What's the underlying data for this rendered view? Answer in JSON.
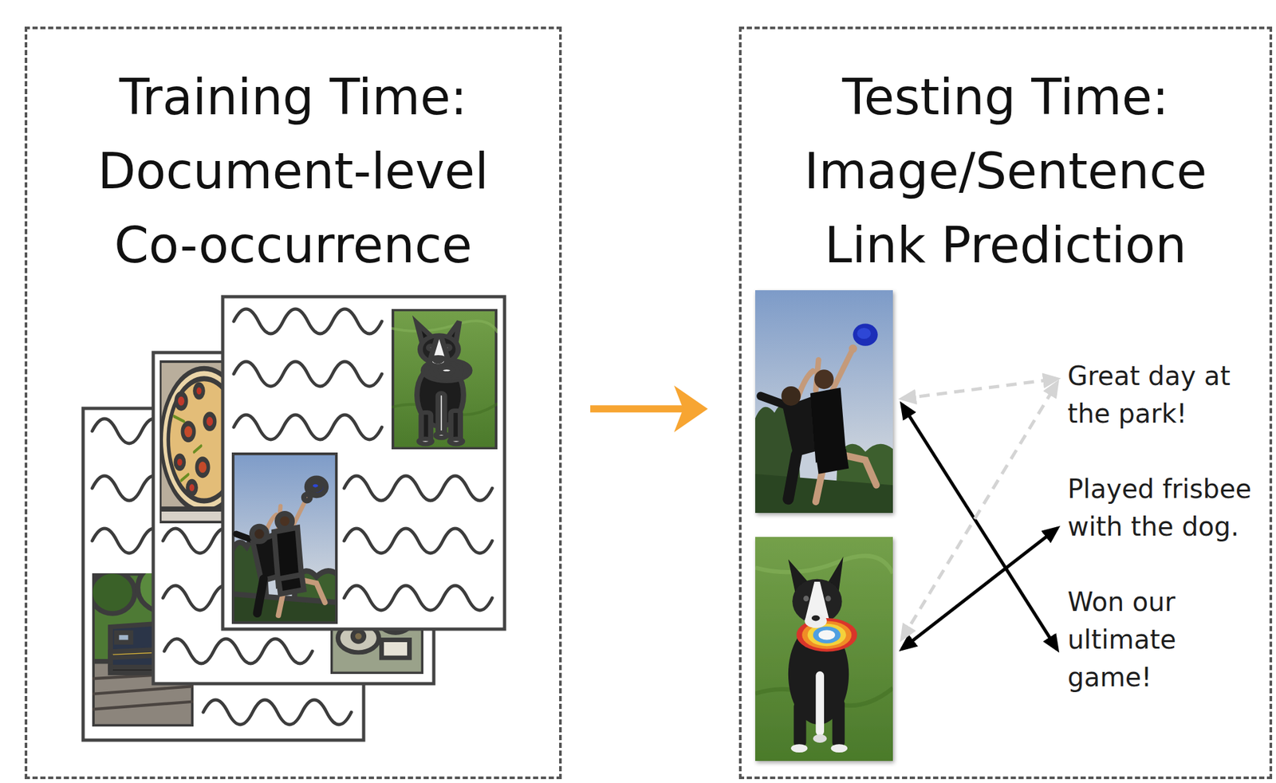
{
  "diagram": {
    "nodes": [
      {
        "text": [
          "Training Time: Document-level Co-occurrence"
        ]
      },
      {
        "text": [
          "Testing Time: Image/Sentence Link Prediction"
        ]
      },
      {
        "text": [],
        "in": 1
      },
      {
        "text": [],
        "in": 1
      },
      {
        "text": [
          "Great day at the park!"
        ],
        "in": 1
      },
      {
        "text": [
          "Played frisbee with the dog."
        ],
        "in": 1
      },
      {
        "text": [
          "Won our ultimate game!"
        ],
        "in": 1
      }
    ],
    "edges": [
      {
        "from": 0,
        "to": 1,
        "arrow": "to"
      },
      {
        "from": 2,
        "to": 6,
        "arrow": "both"
      },
      {
        "from": 3,
        "to": 5,
        "arrow": "both"
      },
      {
        "from": 2,
        "to": 4,
        "arrow": "both"
      },
      {
        "from": 3,
        "to": 4,
        "arrow": "both"
      }
    ]
  }
}
